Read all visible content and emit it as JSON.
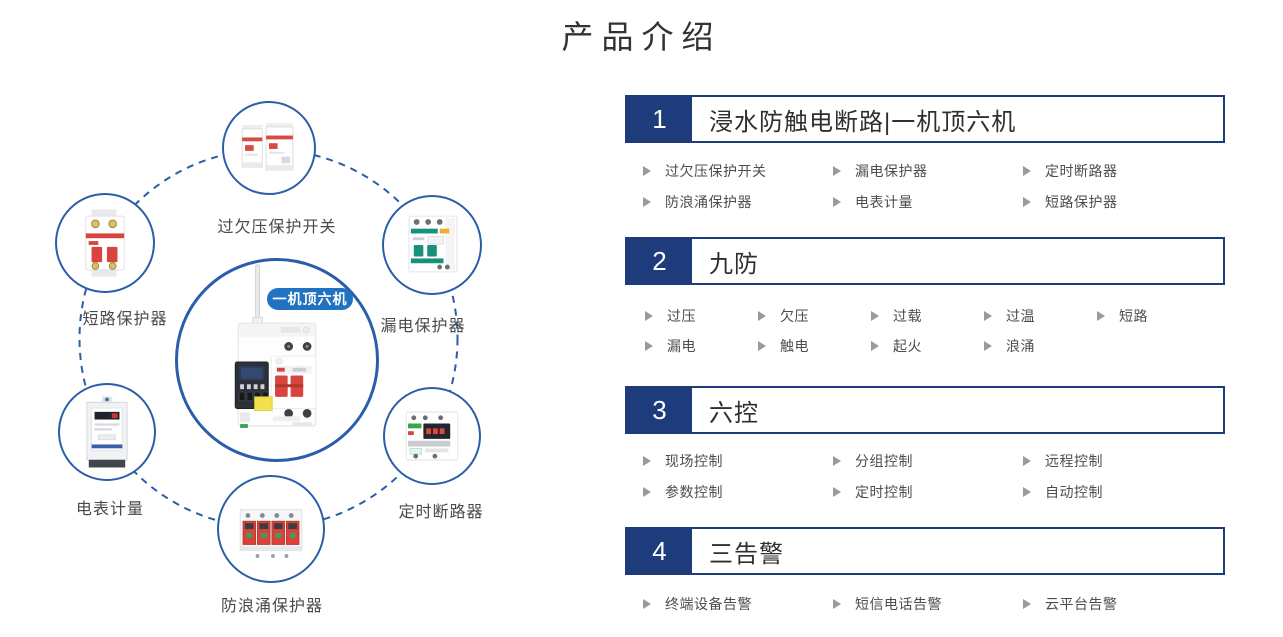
{
  "page_title": "产品介绍",
  "diagram": {
    "center_badge": "一机顶六机",
    "nodes": [
      {
        "label": "过欠压保护开关"
      },
      {
        "label": "短路保护器"
      },
      {
        "label": "漏电保护器"
      },
      {
        "label": "电表计量"
      },
      {
        "label": "定时断路器"
      },
      {
        "label": "防浪涌保护器"
      }
    ]
  },
  "sections": [
    {
      "number": "1",
      "title": "浸水防触电断路|一机顶六机",
      "items": [
        "过欠压保护开关",
        "漏电保护器",
        "定时断路器",
        "防浪涌保护器",
        "电表计量",
        "短路保护器"
      ]
    },
    {
      "number": "2",
      "title": "九防",
      "items": [
        "过压",
        "欠压",
        "过载",
        "过温",
        "短路",
        "漏电",
        "触电",
        "起火",
        "浪涌"
      ]
    },
    {
      "number": "3",
      "title": "六控",
      "items": [
        "现场控制",
        "分组控制",
        "远程控制",
        "参数控制",
        "定时控制",
        "自动控制"
      ]
    },
    {
      "number": "4",
      "title": "三告警",
      "items": [
        "终端设备告警",
        "短信电话告警",
        "云平台告警"
      ]
    }
  ],
  "colors": {
    "navy": "#1e3c7c",
    "circle_blue": "#2b5ea9",
    "badge_blue": "#2173c1",
    "bullet_gray": "#9a9a9a",
    "text_dark": "#333333",
    "item_text": "#4d4d4d"
  }
}
